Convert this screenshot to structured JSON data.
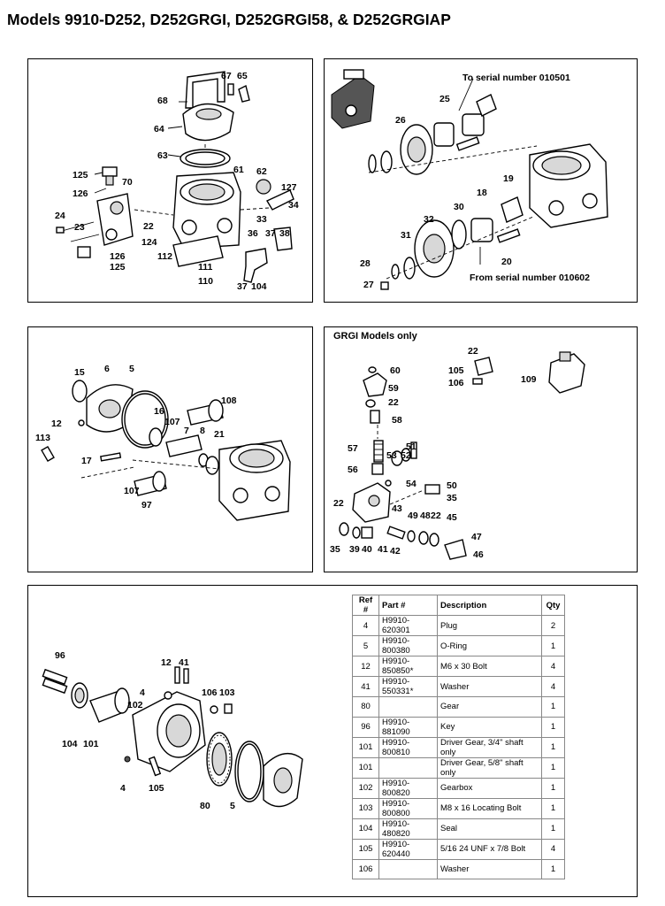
{
  "title": "Models 9910-D252, D252GRGI, D252GRGI58, & D252GRGIAP",
  "panel1": {
    "labels": [
      "67",
      "65",
      "68",
      "64",
      "63",
      "61",
      "62",
      "127",
      "125",
      "70",
      "126",
      "24",
      "23",
      "22",
      "124",
      "126",
      "125",
      "112",
      "33",
      "34",
      "36",
      "37",
      "38",
      "111",
      "110",
      "37",
      "104"
    ]
  },
  "panel2": {
    "note_top": "To serial number 010501",
    "note_bottom": "From serial number 010602",
    "labels": [
      "25",
      "26",
      "18",
      "19",
      "30",
      "32",
      "31",
      "28",
      "27",
      "20"
    ]
  },
  "panel3": {
    "labels": [
      "15",
      "6",
      "5",
      "108",
      "16",
      "12",
      "107",
      "7",
      "8",
      "21",
      "113",
      "17",
      "107",
      "97"
    ]
  },
  "panel4": {
    "header": "GRGI Models only",
    "labels": [
      "22",
      "105",
      "106",
      "109",
      "60",
      "59",
      "22",
      "58",
      "57",
      "51",
      "53",
      "52",
      "56",
      "54",
      "22",
      "50",
      "35",
      "43",
      "49",
      "48",
      "22",
      "45",
      "47",
      "35",
      "39",
      "40",
      "41",
      "42",
      "46"
    ]
  },
  "panel5": {
    "labels": [
      "96",
      "12",
      "41",
      "4",
      "102",
      "106",
      "103",
      "104",
      "101",
      "4",
      "105",
      "80",
      "5"
    ]
  },
  "table": {
    "headers": [
      "Ref #",
      "Part #",
      "Description",
      "Qty"
    ],
    "rows": [
      [
        "4",
        "H9910-620301",
        "Plug",
        "2"
      ],
      [
        "5",
        "H9910-800380",
        "O-Ring",
        "1"
      ],
      [
        "12",
        "H9910-850850*",
        "M6 x 30 Bolt",
        "4"
      ],
      [
        "41",
        "H9910-550331*",
        "Washer",
        "4"
      ],
      [
        "80",
        "",
        "Gear",
        "1"
      ],
      [
        "96",
        "H9910-881090",
        "Key",
        "1"
      ],
      [
        "101",
        "H9910-800810",
        "Driver Gear, 3/4\" shaft only",
        "1"
      ],
      [
        "101",
        "",
        "Driver Gear, 5/8\" shaft only",
        "1"
      ],
      [
        "102",
        "H9910-800820",
        "Gearbox",
        "1"
      ],
      [
        "103",
        "H9910-800800",
        "M8 x 16 Locating Bolt",
        "1"
      ],
      [
        "104",
        "H9910-480820",
        "Seal",
        "1"
      ],
      [
        "105",
        "H9910-620440",
        "5/16 24 UNF x 7/8 Bolt",
        "4"
      ],
      [
        "106",
        "",
        "Washer",
        "1"
      ]
    ]
  }
}
